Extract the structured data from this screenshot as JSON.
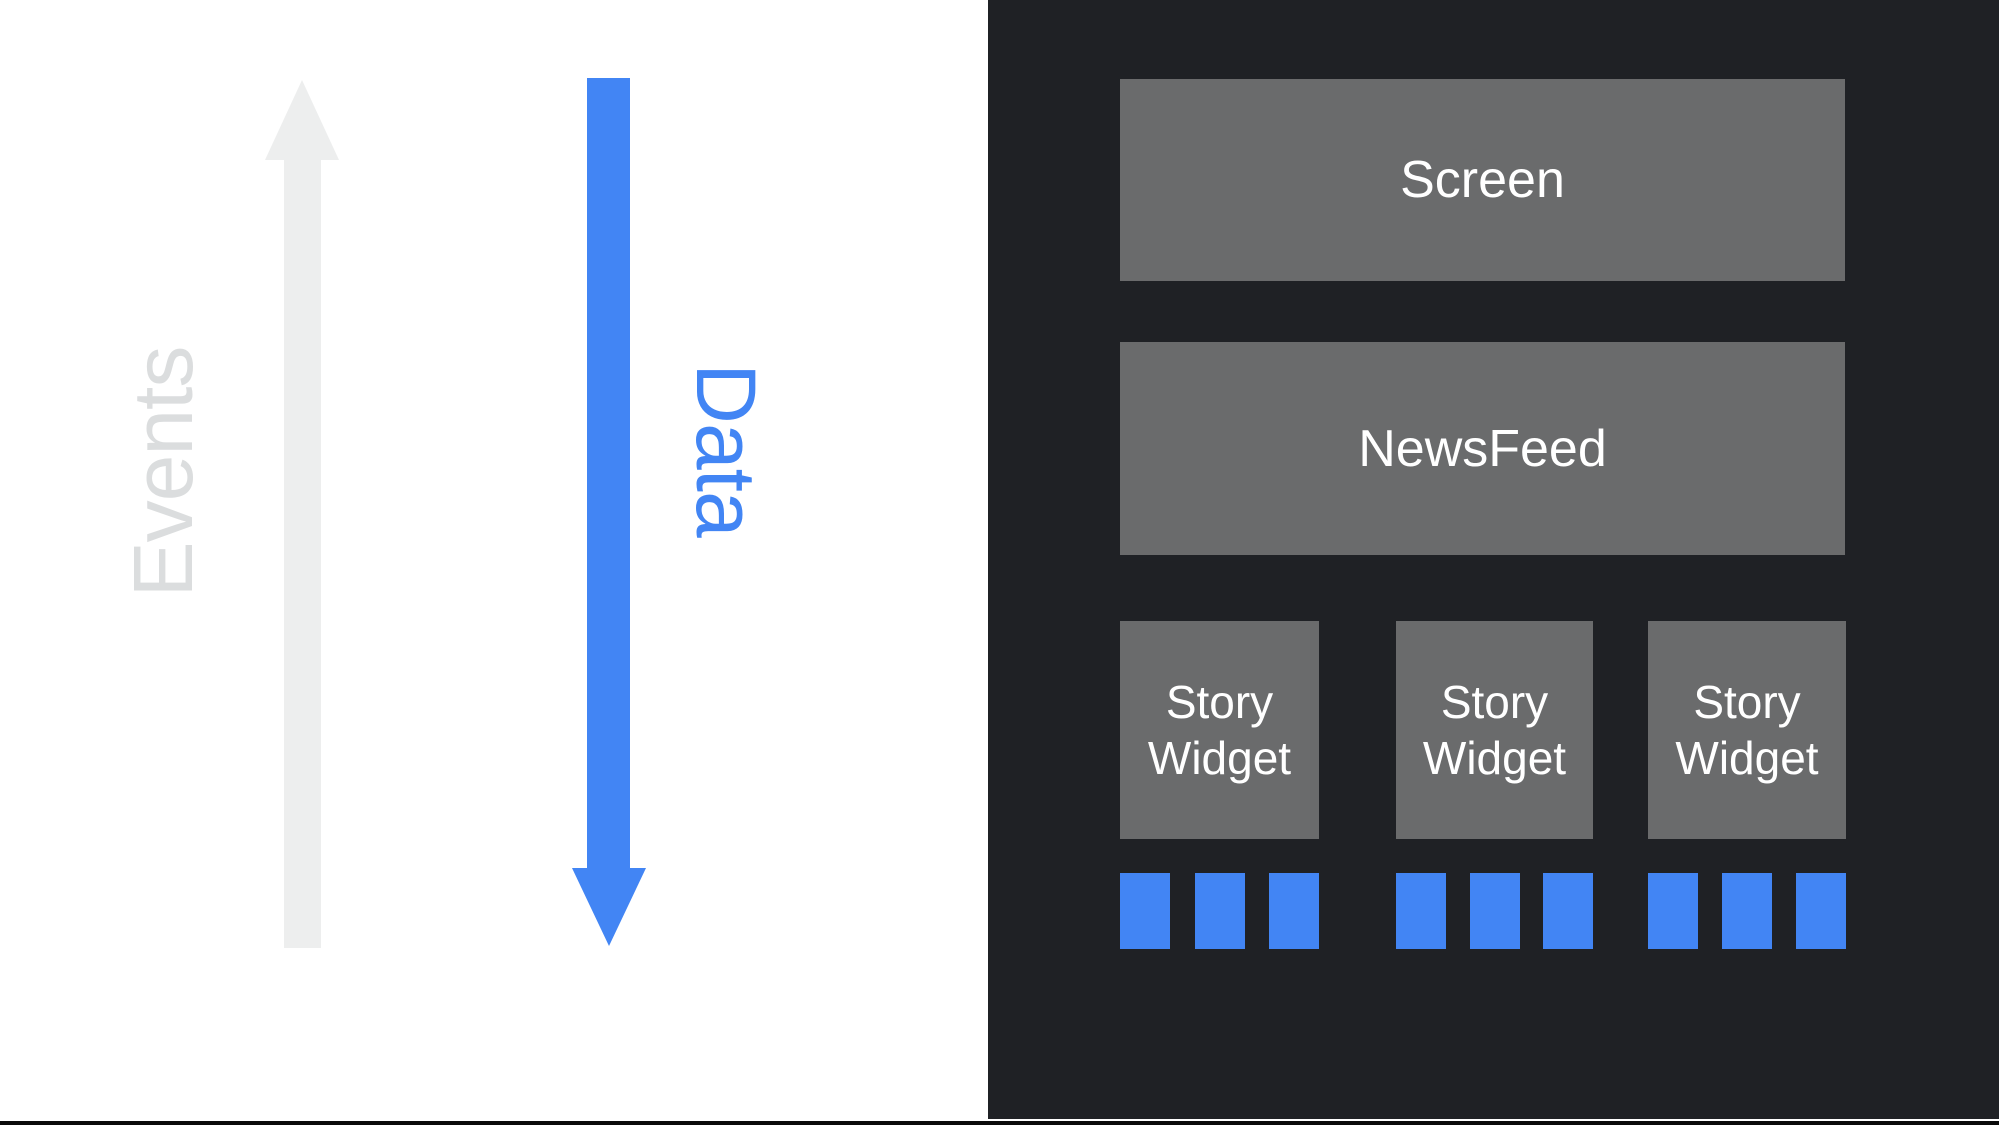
{
  "slide": {
    "left_panel": {
      "events_label": "Events",
      "events_direction": "up",
      "data_label": "Data",
      "data_direction": "down"
    },
    "right_panel": {
      "screen_label": "Screen",
      "newsfeed_label": "NewsFeed",
      "story_widgets": [
        {
          "label": "Story Widget",
          "data_squares": 3
        },
        {
          "label": "Story Widget",
          "data_squares": 3
        },
        {
          "label": "Story Widget",
          "data_squares": 3
        }
      ]
    },
    "colors": {
      "accent_blue": "#4285F4",
      "box_gray": "#6A6B6C",
      "panel_dark": "#1F2125",
      "arrow_light_gray": "#EDEEEE",
      "events_text_gray": "#DBDDDE",
      "box_text_white": "#FFFFFF",
      "bottom_edge_black": "#0A0A0A"
    }
  }
}
